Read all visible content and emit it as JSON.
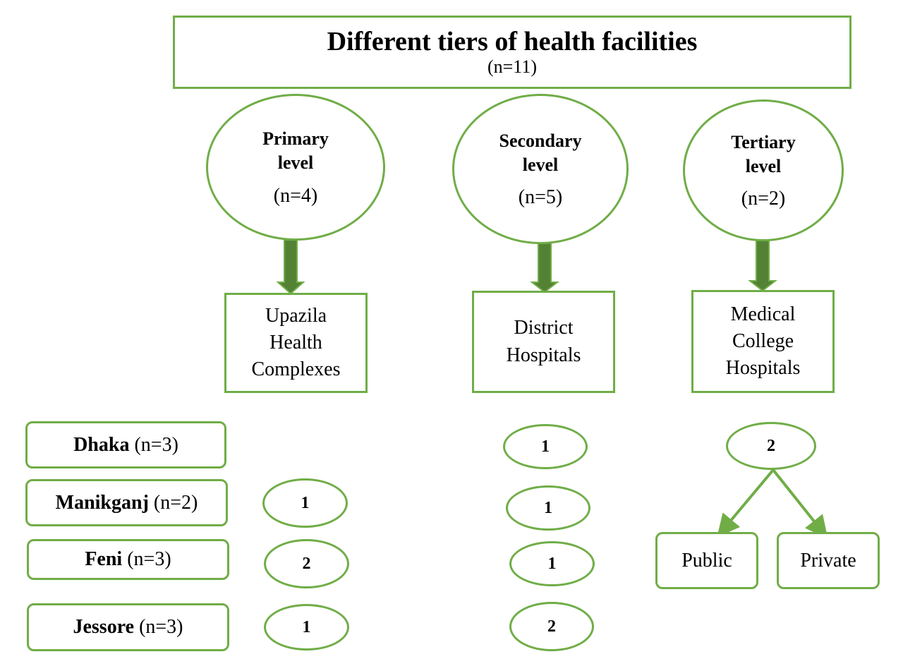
{
  "title": {
    "main": "Different tiers of health facilities",
    "sub": "(n=11)"
  },
  "levels": [
    {
      "name_line1": "Primary",
      "name_line2": "level",
      "n": "(n=4)",
      "facility": [
        "Upazila",
        "Health",
        "Complexes"
      ]
    },
    {
      "name_line1": "Secondary",
      "name_line2": "level",
      "n": "(n=5)",
      "facility": [
        "District",
        "Hospitals"
      ]
    },
    {
      "name_line1": "Tertiary",
      "name_line2": "level",
      "n": "(n=2)",
      "facility": [
        "Medical",
        "College",
        "Hospitals"
      ]
    }
  ],
  "districts": [
    {
      "name": "Dhaka",
      "n": "(n=3)"
    },
    {
      "name": "Manikganj",
      "n": "(n=2)"
    },
    {
      "name": "Feni",
      "n": "(n=3)"
    },
    {
      "name": "Jessore",
      "n": "(n=3)"
    }
  ],
  "primary_counts": [
    "1",
    "2",
    "1"
  ],
  "secondary_counts": [
    "1",
    "1",
    "1",
    "2"
  ],
  "tertiary": {
    "count": "2",
    "types": [
      "Public",
      "Private"
    ]
  },
  "colors": {
    "border": "#70ad47",
    "arrow": "#548235"
  }
}
